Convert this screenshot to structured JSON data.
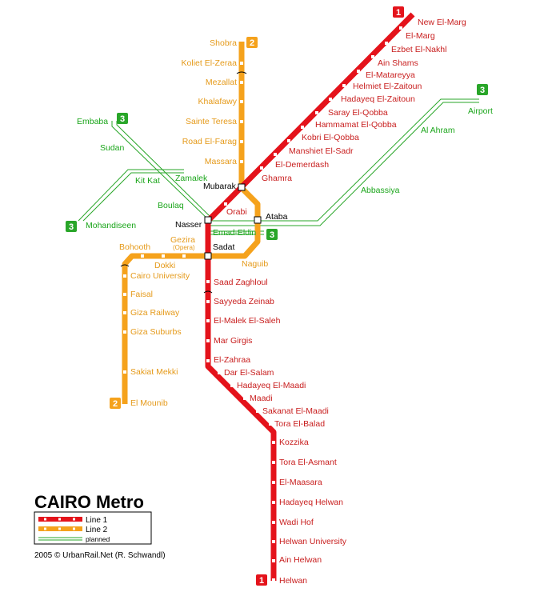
{
  "title": "CAIRO Metro",
  "copyright": "2005 © UrbanRail.Net (R. Schwandl)",
  "legend": {
    "line1": "Line 1",
    "line2": "Line 2",
    "planned": "planned"
  },
  "colors": {
    "line1": "#e4131b",
    "line2": "#f5a21c",
    "planned": "#29a629",
    "label_line1": "#c81e1e",
    "label_line2": "#e59a1a",
    "label_planned": "#1aa51a"
  },
  "badges": {
    "line1_north": "1",
    "line1_south": "1",
    "line2_north": "2",
    "line2_south": "2",
    "line3_east": "3",
    "line3_west": "3",
    "line3_embaba": "3",
    "line3_mid": "3"
  },
  "line1_stations": [
    "New El-Marg",
    "El-Marg",
    "Ezbet El-Nakhl",
    "Ain Shams",
    "El-Matareyya",
    "Helmiet El-Zaitoun",
    "Hadayeq El-Zaitoun",
    "Saray El-Qobba",
    "Hammamat El-Qobba",
    "Kobri El-Qobba",
    "Manshiet El-Sadr",
    "El-Demerdash",
    "Ghamra",
    "Mubarak",
    "Orabi",
    "Nasser",
    "Sadat",
    "Saad Zaghloul",
    "Sayyeda Zeinab",
    "El-Malek El-Saleh",
    "Mar Girgis",
    "El-Zahraa",
    "Dar El-Salam",
    "Hadayeq El-Maadi",
    "Maadi",
    "Sakanat El-Maadi",
    "Tora El-Balad",
    "Kozzika",
    "Tora El-Asmant",
    "El-Maasara",
    "Hadayeq Helwan",
    "Wadi Hof",
    "Helwan University",
    "Ain Helwan",
    "Helwan"
  ],
  "line2_stations": [
    "Shobra",
    "Koliet El-Zeraa",
    "Mezallat",
    "Khalafawy",
    "Sainte Teresa",
    "Road El-Farag",
    "Massara",
    "Ataba",
    "Naguib",
    "Gezira",
    "Dokki",
    "Bohooth",
    "Cairo University",
    "Faisal",
    "Giza Railway",
    "Giza Suburbs",
    "Sakiat Mekki",
    "El Mounib"
  ],
  "line2_sub": {
    "gezira": "(Opera)"
  },
  "line3_stations": [
    "Airport",
    "Al Ahram",
    "Abbassiya",
    "Emad-Eldin",
    "Zamalek",
    "Kit Kat",
    "Sudan",
    "Embaba",
    "Boulaq",
    "Mohandiseen"
  ]
}
